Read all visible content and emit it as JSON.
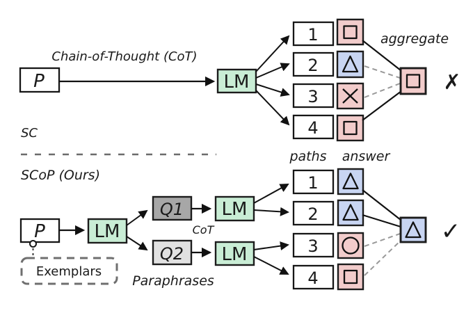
{
  "colors": {
    "mint": "#c9edd5",
    "pink": "#f2cccb",
    "blue": "#c8d5f2",
    "q1_gray": "#a7a7a7",
    "q2_gray": "#e1e1e1",
    "cross_red": "#e6392d",
    "check_green": "#6ee24c"
  },
  "sc": {
    "method_label": "SC",
    "title": "Chain-of-Thought (CoT)",
    "prompt": "P",
    "lm": "LM",
    "aggregate_label": "aggregate",
    "paths_label": "paths",
    "answer_label": "answer",
    "paths": [
      "1",
      "2",
      "3",
      "4"
    ],
    "answers": [
      "square",
      "triangle",
      "x",
      "square"
    ],
    "final_answer": "square",
    "verdict": "✗"
  },
  "scop": {
    "method_label": "SCoP (Ours)",
    "prompt": "P",
    "lm": "LM",
    "exemplars_label": "Exemplars",
    "paraphrases_label": "Paraphrases",
    "cot_label": "CoT",
    "q1": "Q1",
    "q2": "Q2",
    "paths": [
      "1",
      "2",
      "3",
      "4"
    ],
    "answers": [
      "triangle",
      "triangle",
      "circle",
      "square"
    ],
    "final_answer": "triangle",
    "verdict": "✓"
  }
}
